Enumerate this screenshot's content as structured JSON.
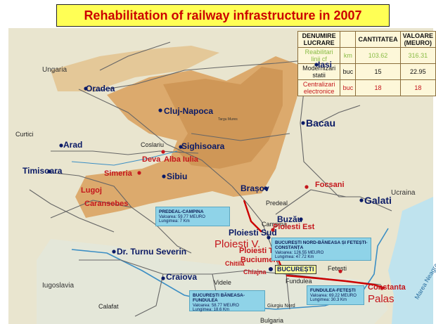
{
  "title": "Rehabilitation of railway infrastructure in 2007",
  "table": {
    "headers": [
      "DENUMIRE LUCRARE",
      "",
      "CANTITATEA",
      "VALOARE (MEURO)"
    ],
    "rows": [
      {
        "name": "Reabilitari linii cf",
        "unit": "km",
        "qty": "103.62",
        "value": "316.31"
      },
      {
        "name": "Modernizari statii",
        "unit": "buc",
        "qty": "15",
        "value": "22.95"
      },
      {
        "name": "Centralizari electronice",
        "unit": "buc",
        "qty": "18",
        "value": "18"
      }
    ]
  },
  "countries": {
    "ungaria": "Ungaria",
    "ucraina": "Ucraina",
    "iugoslavia": "Iugoslavia",
    "bulgaria": "Bulgaria",
    "marea_neagra": "Marea Neagra"
  },
  "cities": {
    "oradea": "Oradea",
    "cluj": "Cluj-Napoca",
    "iasi": "Iasi",
    "bacau": "Bacau",
    "arad": "Arad",
    "timisoara": "Timisoara",
    "sighisoara": "Sighisoara",
    "sibiu": "Sibiu",
    "brasov": "Brașov",
    "galati": "Galati",
    "buzau": "Buzău",
    "ploiesti_sud": "Ploiesti Sud",
    "drobeta": "Dr. Turnu Severin",
    "craiova": "Craiova",
    "bucuresti": "BUCUREȘTI",
    "constanta": "Constanta",
    "curtici": "Curtici",
    "coslariu": "Coslariu",
    "predeal": "Predeal",
    "campina": "Campina",
    "fetesti": "Fetesti",
    "fundulea": "Fundulea",
    "videle": "Videle",
    "calafat": "Calafat",
    "giurgiu": "Giurgiu Nord",
    "targu_mures": "Targu Mures"
  },
  "stations": {
    "deva": "Deva",
    "simeria": "Simeria",
    "alba_iulia": "Alba Iulia",
    "lugoj": "Lugoj",
    "caransebes": "Caransebes",
    "focsani": "Focsani",
    "ploiesti_est": "Ploiesti Est",
    "ploiesti_v": "Ploiesti V.",
    "ploiesti_triaj": "Ploiesti Triaj",
    "buciumeni": "Buciumeni",
    "chitila": "Chitila",
    "chiajna": "Chiajna",
    "palas": "Palas"
  },
  "projects": [
    {
      "title": "PREDEAL-CAMPINA",
      "value": "Valoarea: 59.77 MEURO",
      "length": "Lungimea: 7 Km"
    },
    {
      "title": "BUCUREȘTI NORD-BĂNEASA ȘI FETEȘTI-CONSTANȚA",
      "value": "Valoarea: 126.55 MEURO",
      "length": "Lungimea: 47.72 Km"
    },
    {
      "title": "BUCUREȘTI BĂNEASA-FUNDULEA",
      "value": "Valoarea: 58.77 MEURO",
      "length": "Lungimea: 18.6 Km"
    },
    {
      "title": "FUNDULEA-FETEȘTI",
      "value": "Valoarea: 69.22 MEURO",
      "length": "Lungimea: 30.3 Km"
    }
  ],
  "colors": {
    "rail_line": "#5a5a5a",
    "rehab_line": "#cc0000",
    "highlight": "#ffff55",
    "project_box": "#8fd3e8",
    "mountain": "#d9a96a",
    "plain": "#e8e2c8"
  }
}
